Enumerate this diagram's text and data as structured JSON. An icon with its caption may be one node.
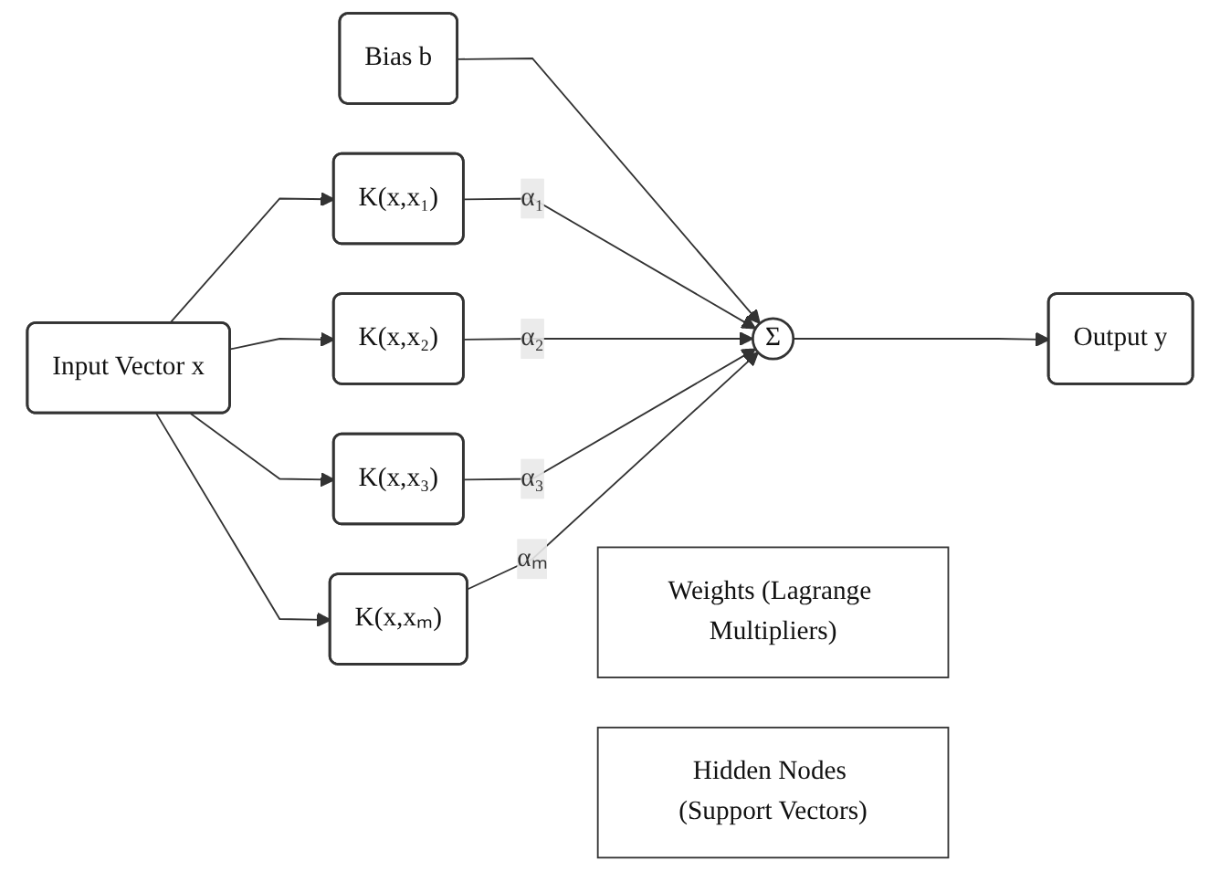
{
  "diagram": {
    "nodes": [
      {
        "text": [
          "Bias b"
        ]
      },
      {
        "text": [
          "Input Vector x"
        ]
      },
      {
        "text": [
          "K(x,x₁)"
        ]
      },
      {
        "text": [
          "K(x,x₂)"
        ]
      },
      {
        "text": [
          "K(x,x₃)"
        ]
      },
      {
        "text": [
          "K(x,xₘ)"
        ]
      },
      {
        "text": [
          "Σ"
        ]
      },
      {
        "text": [
          "Output y"
        ]
      },
      {
        "text": [
          "Weights (Lagrange Multipliers)"
        ]
      },
      {
        "text": [
          "Hidden Nodes (Support Vectors)"
        ]
      }
    ],
    "edges": [
      {
        "from": 0,
        "to": 6,
        "arrow": "to"
      },
      {
        "from": 1,
        "to": 2,
        "arrow": "to"
      },
      {
        "from": 1,
        "to": 3,
        "arrow": "to"
      },
      {
        "from": 1,
        "to": 4,
        "arrow": "to"
      },
      {
        "from": 1,
        "to": 5,
        "arrow": "to"
      },
      {
        "from": 2,
        "to": 6,
        "arrow": "to",
        "label": "α₁"
      },
      {
        "from": 3,
        "to": 6,
        "arrow": "to",
        "label": "α₂"
      },
      {
        "from": 4,
        "to": 6,
        "arrow": "to",
        "label": "α₃"
      },
      {
        "from": 5,
        "to": 6,
        "arrow": "to",
        "label": "αₘ"
      },
      {
        "from": 6,
        "to": 7,
        "arrow": "to"
      }
    ]
  }
}
